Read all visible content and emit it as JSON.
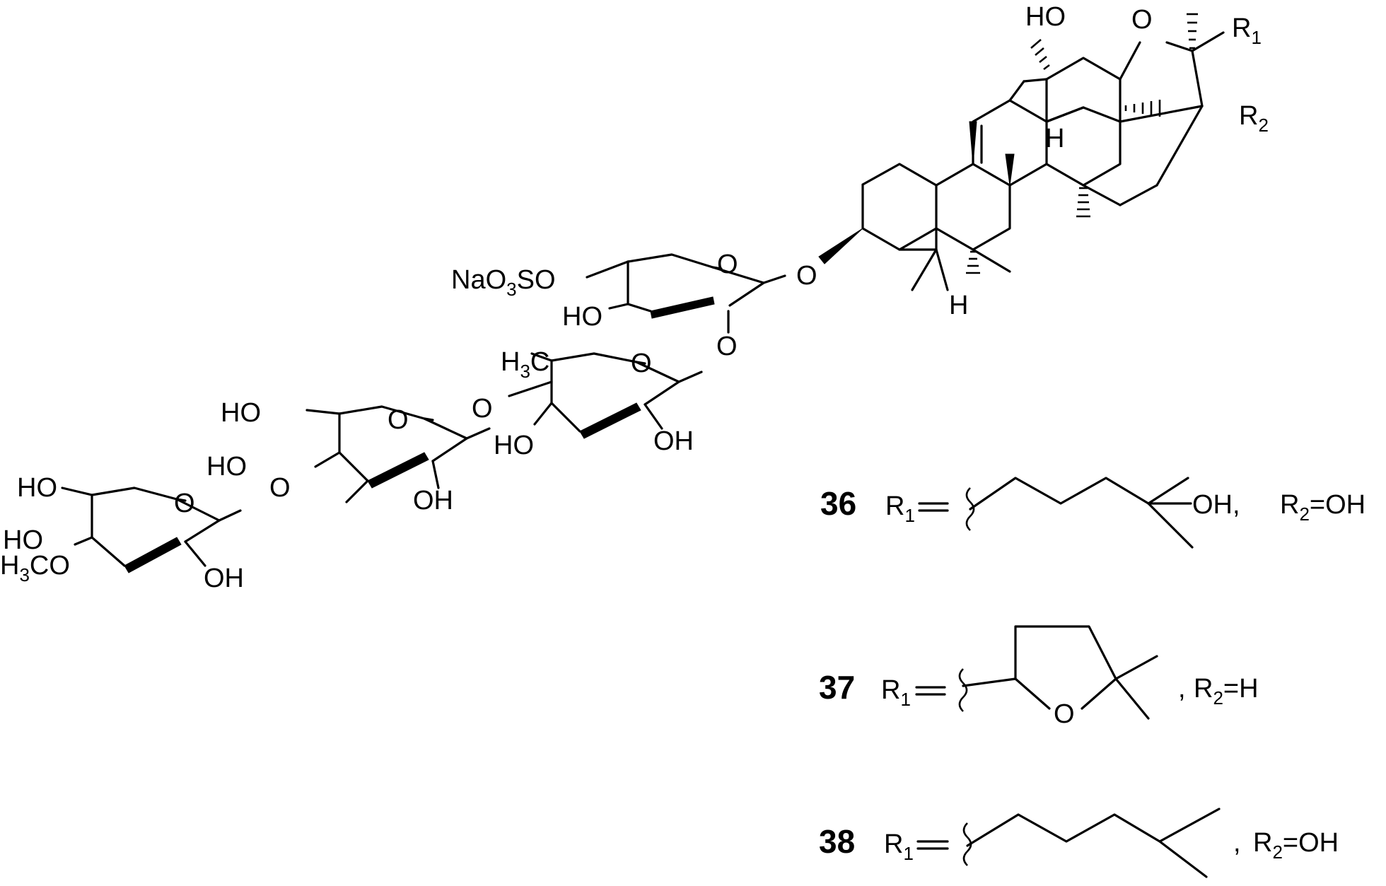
{
  "labels": {
    "ho_top": "HO",
    "o_ring": "O",
    "r1": "R",
    "r1_sub": "1",
    "r2": "R",
    "r2_sub": "2",
    "h_bold": "H",
    "h_alpha": "H",
    "o_glyco": "O",
    "na_o3so": "NaO",
    "na_o3so_sub": "3",
    "na_o3so_tail": "SO",
    "xyl_o": "O",
    "xyl_ho": "HO",
    "xyl_o2": "O",
    "qui_h3c": "H",
    "qui_h3c_sub": "3",
    "qui_h3c_tail": "C",
    "qui_o": "O",
    "qui_ho": "HO",
    "qui_oh": "OH",
    "link_o": "O",
    "glc_ho1": "HO",
    "glc_o": "O",
    "glc_ho2": "HO",
    "glc_oh": "OH",
    "link_o2": "O",
    "mglc_ho1": "HO",
    "mglc_o": "O",
    "mglc_ho2": "HO",
    "mglc_h3co": "H",
    "mglc_h3co_sub": "3",
    "mglc_h3co_tail": "CO",
    "mglc_oh": "OH"
  },
  "compounds": [
    {
      "id": "36",
      "r1_label": "R",
      "r1_sub": "1",
      "eq": "=",
      "group_label": "OH,",
      "r2_label": "R",
      "r2_sub": "2",
      "r2_value": "=OH"
    },
    {
      "id": "37",
      "r1_label": "R",
      "r1_sub": "1",
      "eq": "=",
      "ring_o": "O",
      "sep": ",",
      "r2_label": "R",
      "r2_sub": "2",
      "r2_value": "=H"
    },
    {
      "id": "38",
      "r1_label": "R",
      "r1_sub": "1",
      "eq": "=",
      "sep": ",",
      "r2_label": "R",
      "r2_sub": "2",
      "r2_value": "=OH"
    }
  ]
}
